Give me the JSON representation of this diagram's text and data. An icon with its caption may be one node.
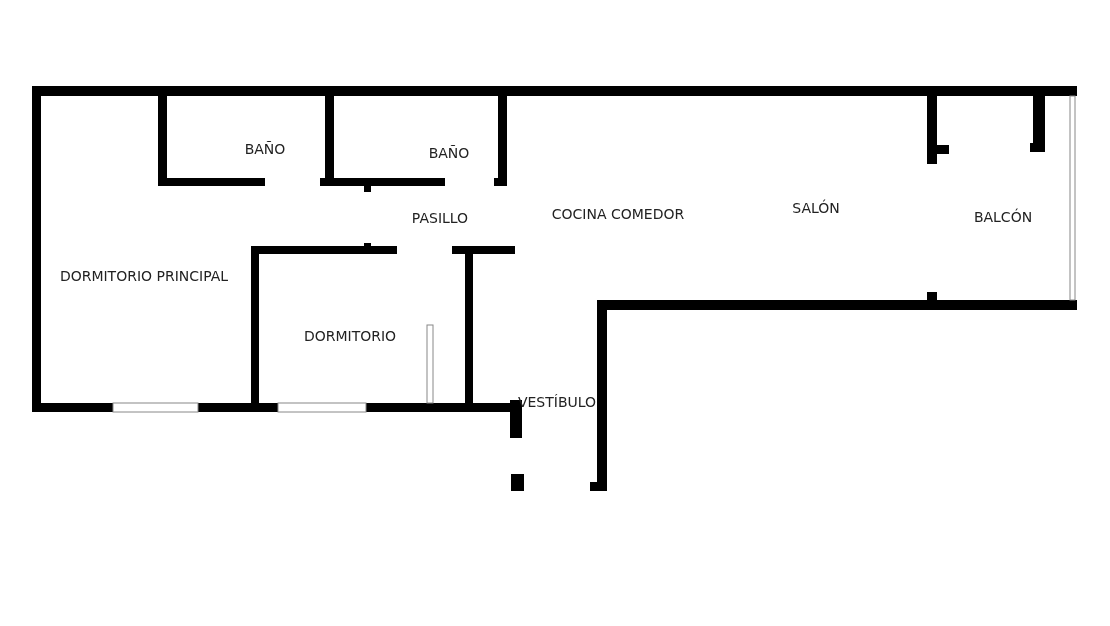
{
  "diagram": {
    "labels": [
      "BAÑO",
      "BAÑO",
      "PASILLO",
      "COCINA COMEDOR",
      "SALÓN",
      "BALCÓN",
      "DORMITORIO PRINCIPAL",
      "DORMITORIO",
      "VESTÍBULO"
    ]
  }
}
